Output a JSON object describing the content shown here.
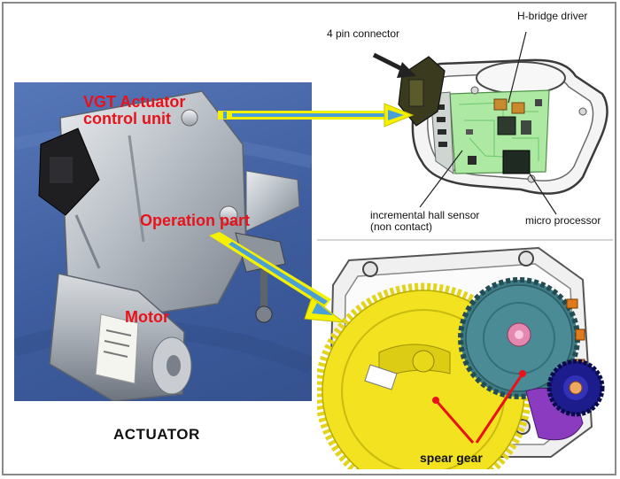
{
  "labels": {
    "vgt_actuator_line1": "VGT Actuator",
    "vgt_actuator_line2": "control unit",
    "operation_part": "Operation part",
    "motor": "Motor",
    "actuator": "ACTUATOR",
    "four_pin_connector": "4 pin connector",
    "h_bridge_driver": "H-bridge driver",
    "hall_sensor_line1": "incremental hall sensor",
    "hall_sensor_line2": "(non contact)",
    "micro_processor": "micro processor",
    "spear_gear": "spear gear"
  },
  "colors": {
    "label_red": "#e8121b",
    "arrow_yellow": "#f4f000",
    "arrow_blue": "#4a9fd8",
    "photo_background": "#4566a8",
    "gear_yellow": "#f0e020",
    "gear_teal": "#3d7b86",
    "gear_navy": "#1c1c8c",
    "pcb_green": "#a9e6a0"
  }
}
